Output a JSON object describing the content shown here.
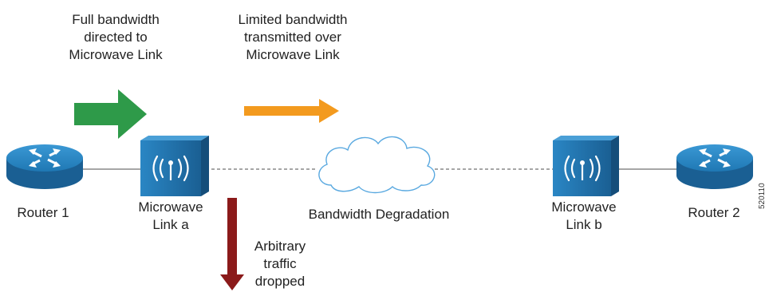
{
  "captions": {
    "full_bandwidth": "Full bandwidth\ndirected to\nMicrowave Link",
    "limited_bandwidth": "Limited bandwidth\ntransmitted over\nMicrowave Link",
    "dropped": "Arbitrary\ntraffic\ndropped"
  },
  "nodes": {
    "router1": "Router 1",
    "link_a": "Microwave\nLink a",
    "cloud": "Bandwidth Degradation",
    "link_b": "Microwave\nLink b",
    "router2": "Router 2"
  },
  "figure_id": "520110",
  "colors": {
    "router_blue": "#1f78b4",
    "link_blue": "#1f6fa8",
    "green_arrow": "#2e9a49",
    "orange_arrow": "#f39a1e",
    "red_arrow": "#8b1a1a",
    "line_gray": "#777777"
  }
}
